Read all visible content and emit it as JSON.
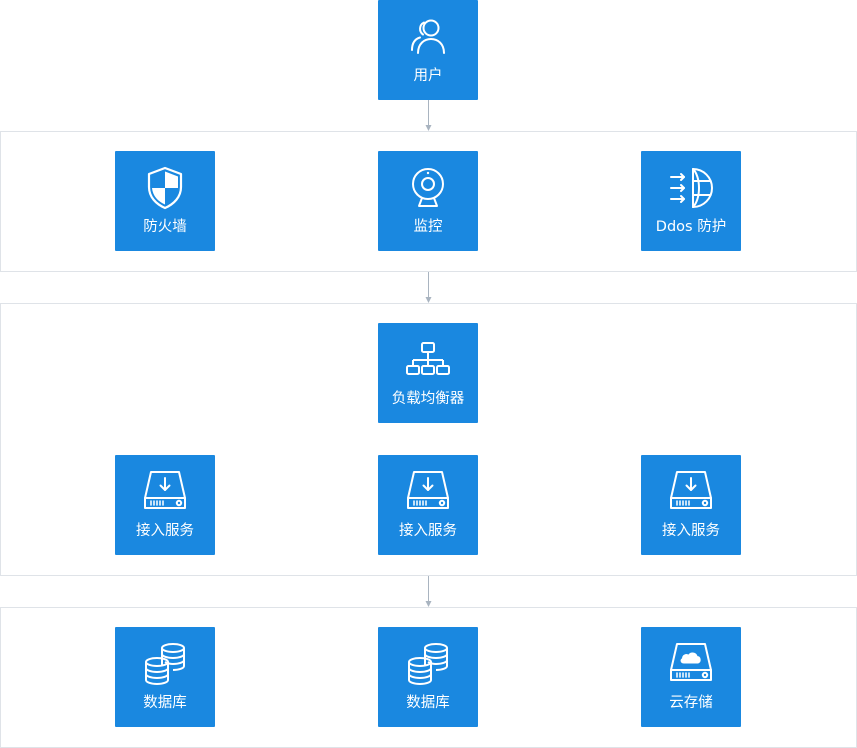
{
  "diagram": {
    "nodes": {
      "user": {
        "label": "用户",
        "icon": "users-icon"
      },
      "firewall": {
        "label": "防火墙",
        "icon": "shield-icon"
      },
      "monitor": {
        "label": "监控",
        "icon": "webcam-icon"
      },
      "ddos": {
        "label": "Ddos 防护",
        "icon": "ddos-globe-icon"
      },
      "load_balancer": {
        "label": "负载均衡器",
        "icon": "hierarchy-icon"
      },
      "access1": {
        "label": "接入服务",
        "icon": "server-download-icon"
      },
      "access2": {
        "label": "接入服务",
        "icon": "server-download-icon"
      },
      "access3": {
        "label": "接入服务",
        "icon": "server-download-icon"
      },
      "db1": {
        "label": "数据库",
        "icon": "database-icon"
      },
      "db2": {
        "label": "数据库",
        "icon": "database-icon"
      },
      "cloud": {
        "label": "云存储",
        "icon": "cloud-storage-icon"
      }
    },
    "colors": {
      "tile": "#1a88e0",
      "connector": "#a9b4c0",
      "panel_border": "#dfe3e8"
    }
  }
}
